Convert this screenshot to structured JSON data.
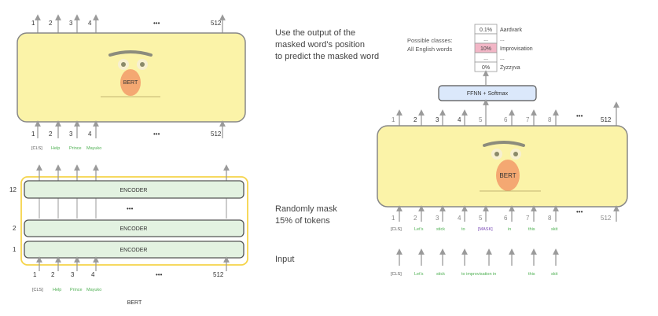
{
  "top_bert": {
    "output_positions": [
      "1",
      "2",
      "3",
      "4",
      "512"
    ],
    "input_positions": [
      "1",
      "2",
      "3",
      "4",
      "512"
    ],
    "input_tokens": [
      "[CLS]",
      "Help",
      "Prince",
      "Mayuko"
    ],
    "label": "BERT",
    "ellipsis": "•••"
  },
  "encoder_stack": {
    "layer_labels": [
      "12",
      "2",
      "1"
    ],
    "encoder_label": "ENCODER",
    "input_positions": [
      "1",
      "2",
      "3",
      "4",
      "512"
    ],
    "input_tokens": [
      "[CLS]",
      "Help",
      "Prince",
      "Mayuko"
    ],
    "caption": "BERT",
    "ellipsis": "•••"
  },
  "right_bert": {
    "caption_top": [
      "Use the output of the",
      "masked word's position",
      "to predict the masked word"
    ],
    "possible_classes": [
      "Possible classes:",
      "All English words"
    ],
    "probabilities": [
      "0.1%",
      "...",
      "10%",
      "...",
      "0%"
    ],
    "words": [
      "Aardvark",
      "...",
      "Improvisation",
      "...",
      "Zyzzyva"
    ],
    "ffnn_label": "FFNN + Softmax",
    "output_positions": [
      "1",
      "2",
      "3",
      "4",
      "5",
      "6",
      "7",
      "8",
      "512"
    ],
    "label": "BERT",
    "input_positions": [
      "1",
      "2",
      "3",
      "4",
      "5",
      "6",
      "7",
      "8",
      "512"
    ],
    "masked_tokens": [
      "[CLS]",
      "Let's",
      "stick",
      "to",
      "[MASK]",
      "in",
      "this",
      "skit"
    ],
    "mask_caption": [
      "Randomly mask",
      "15% of tokens"
    ],
    "input_caption": "Input",
    "input_tokens": [
      "[CLS]",
      "Let's",
      "stick",
      "to improvisation in",
      "this",
      "skit"
    ],
    "ellipsis": "•••"
  },
  "colors": {
    "bert_fill": "#fbf3a8",
    "bert_stroke": "#888888",
    "face": "#f4a872",
    "encoder_fill": "#e3f2e1",
    "yellow_border": "#f5d44a",
    "ffnn_fill": "#dbe8fb",
    "highlight": "#f2b6c6"
  }
}
